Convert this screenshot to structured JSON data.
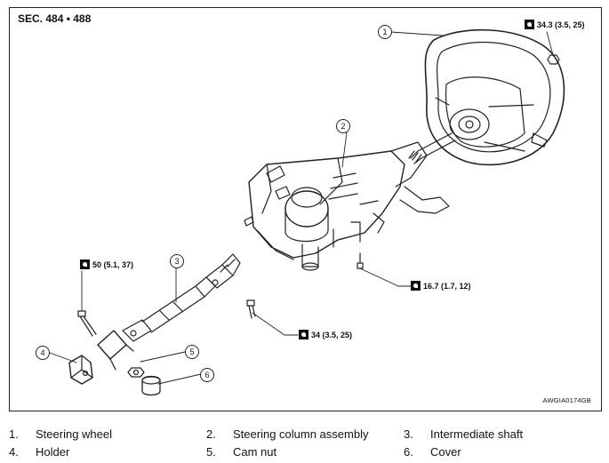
{
  "section": "SEC. 484 • 488",
  "figure_code": "AWGIA0174GB",
  "callouts": [
    "1",
    "2",
    "3",
    "4",
    "5",
    "6"
  ],
  "torques": [
    "34.3 (3.5, 25)",
    "50 (5.1, 37)",
    "16.7 (1.7, 12)",
    "34 (3.5, 25)"
  ],
  "legend": [
    {
      "num": "1.",
      "label": "Steering wheel"
    },
    {
      "num": "2.",
      "label": "Steering column assembly"
    },
    {
      "num": "3.",
      "label": "Intermediate shaft"
    },
    {
      "num": "4.",
      "label": "Holder"
    },
    {
      "num": "5.",
      "label": "Cam nut"
    },
    {
      "num": "6.",
      "label": "Cover"
    }
  ]
}
